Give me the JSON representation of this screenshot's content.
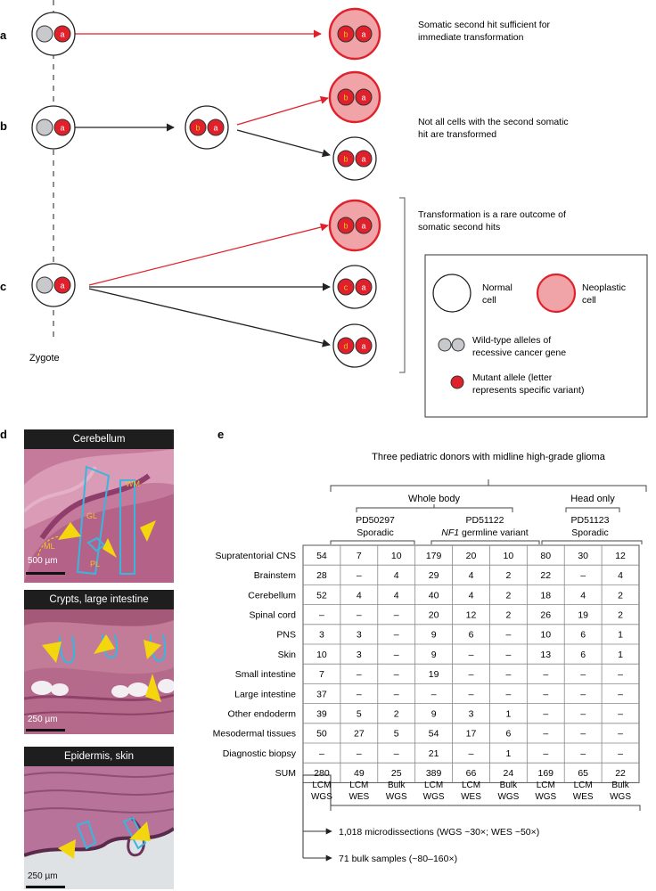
{
  "panel_labels": {
    "a": "a",
    "b": "b",
    "c": "c",
    "d": "d",
    "e": "e"
  },
  "cells": {
    "a_zygote": [
      "a"
    ],
    "a_result": [
      "b",
      "a"
    ],
    "b_zygote": [
      "a"
    ],
    "b_mid": [
      "b",
      "a"
    ],
    "b_res1": [
      "b",
      "a"
    ],
    "b_res2": [
      "b",
      "a"
    ],
    "c_zygote": [
      "a"
    ],
    "c_res1": [
      "b",
      "a"
    ],
    "c_res2": [
      "c",
      "a"
    ],
    "c_res3": [
      "d",
      "a"
    ]
  },
  "descriptions": {
    "a": [
      "Somatic second hit sufficient for",
      "immediate transformation"
    ],
    "b": [
      "Not all cells with the second somatic",
      "hit are transformed"
    ],
    "c": [
      "Transformation is a rare outcome of",
      "somatic second hits"
    ]
  },
  "zygote_label": "Zygote",
  "legend": {
    "normal": [
      "Normal",
      "cell"
    ],
    "neoplastic": [
      "Neoplastic",
      "cell"
    ],
    "wildtype": [
      "Wild-type alleles of",
      "recessive cancer gene"
    ],
    "mutant": [
      "Mutant allele (letter",
      "represents specific variant)"
    ]
  },
  "histology": {
    "cerebellum": {
      "title": "Cerebellum",
      "scale": "500 µm",
      "labels": [
        "WM",
        "GL",
        "ML",
        "PL"
      ]
    },
    "crypts": {
      "title": "Crypts, large intestine",
      "scale": "250 µm"
    },
    "skin": {
      "title": "Epidermis, skin",
      "scale": "250 µm"
    }
  },
  "table": {
    "title": "Three pediatric donors with midline high-grade glioma",
    "group_whole": "Whole body",
    "group_head": "Head only",
    "donors": [
      {
        "id": "PD50297",
        "sub": "Sporadic",
        "sub_italic": ""
      },
      {
        "id": "PD51122",
        "sub": " germline variant",
        "sub_italic": "NF1"
      },
      {
        "id": "PD51123",
        "sub": "Sporadic",
        "sub_italic": ""
      }
    ],
    "rows": [
      {
        "tissue": "Supratentorial CNS",
        "values": [
          "54",
          "7",
          "10",
          "179",
          "20",
          "10",
          "80",
          "30",
          "12"
        ]
      },
      {
        "tissue": "Brainstem",
        "values": [
          "28",
          "–",
          "4",
          "29",
          "4",
          "2",
          "22",
          "–",
          "4"
        ]
      },
      {
        "tissue": "Cerebellum",
        "values": [
          "52",
          "4",
          "4",
          "40",
          "4",
          "2",
          "18",
          "4",
          "2"
        ]
      },
      {
        "tissue": "Spinal cord",
        "values": [
          "–",
          "–",
          "–",
          "20",
          "12",
          "2",
          "26",
          "19",
          "2"
        ]
      },
      {
        "tissue": "PNS",
        "values": [
          "3",
          "3",
          "–",
          "9",
          "6",
          "–",
          "10",
          "6",
          "1"
        ]
      },
      {
        "tissue": "Skin",
        "values": [
          "10",
          "3",
          "–",
          "9",
          "–",
          "–",
          "13",
          "6",
          "1"
        ]
      },
      {
        "tissue": "Small intestine",
        "values": [
          "7",
          "–",
          "–",
          "19",
          "–",
          "–",
          "–",
          "–",
          "–"
        ]
      },
      {
        "tissue": "Large intestine",
        "values": [
          "37",
          "–",
          "–",
          "–",
          "–",
          "–",
          "–",
          "–",
          "–"
        ]
      },
      {
        "tissue": "Other endoderm",
        "values": [
          "39",
          "5",
          "2",
          "9",
          "3",
          "1",
          "–",
          "–",
          "–"
        ]
      },
      {
        "tissue": "Mesodermal tissues",
        "values": [
          "50",
          "27",
          "5",
          "54",
          "17",
          "6",
          "–",
          "–",
          "–"
        ]
      },
      {
        "tissue": "Diagnostic biopsy",
        "values": [
          "–",
          "–",
          "–",
          "21",
          "–",
          "1",
          "–",
          "–",
          "–"
        ]
      },
      {
        "tissue": "SUM",
        "values": [
          "280",
          "49",
          "25",
          "389",
          "66",
          "24",
          "169",
          "65",
          "22"
        ]
      }
    ],
    "col_types": [
      [
        "LCM",
        "WGS"
      ],
      [
        "LCM",
        "WES"
      ],
      [
        "Bulk",
        "WGS"
      ],
      [
        "LCM",
        "WGS"
      ],
      [
        "LCM",
        "WES"
      ],
      [
        "Bulk",
        "WGS"
      ],
      [
        "LCM",
        "WGS"
      ],
      [
        "LCM",
        "WES"
      ],
      [
        "Bulk",
        "WGS"
      ]
    ],
    "footnotes": [
      "1,018 microdissections (WGS ~30×; WES ~50×)",
      "71 bulk samples (~80–160×)"
    ]
  },
  "colors": {
    "red": "#e0202a",
    "red_line": "#e8525a",
    "neo_fill": "#f0a4a8",
    "grey": "#c7c9cc",
    "label": "#f2c21c",
    "outline_blue": "#38b6e0",
    "arrow_yellow": "#f4d60f"
  }
}
